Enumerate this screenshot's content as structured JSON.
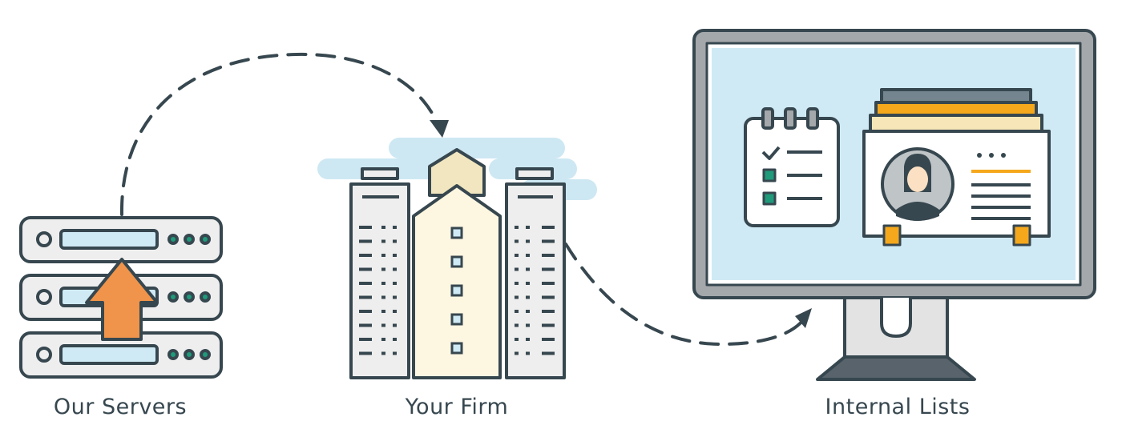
{
  "nodes": {
    "servers": {
      "label": "Our Servers"
    },
    "firm": {
      "label": "Your Firm"
    },
    "lists": {
      "label": "Internal Lists"
    }
  },
  "edges": [
    {
      "from": "servers",
      "to": "firm",
      "style": "dashed-arrow"
    },
    {
      "from": "firm",
      "to": "lists",
      "style": "dashed-arrow"
    }
  ],
  "icons": {
    "servers": [
      "server-rack-icon",
      "upload-arrow-icon"
    ],
    "firm": [
      "office-buildings-icon",
      "cloud-icon"
    ],
    "lists": [
      "monitor-icon",
      "checklist-calendar-icon",
      "contact-card-icon",
      "user-avatar-icon"
    ]
  },
  "colors": {
    "outline": "#37474f",
    "arrow": "#37474f",
    "upload_arrow": "#ef944a",
    "screen": "#cfeaf5",
    "accent_yellow": "#f5a81c",
    "accent_green": "#1f9a7a",
    "building_cream": "#fdf6e1",
    "sky": "#cde8f3"
  }
}
